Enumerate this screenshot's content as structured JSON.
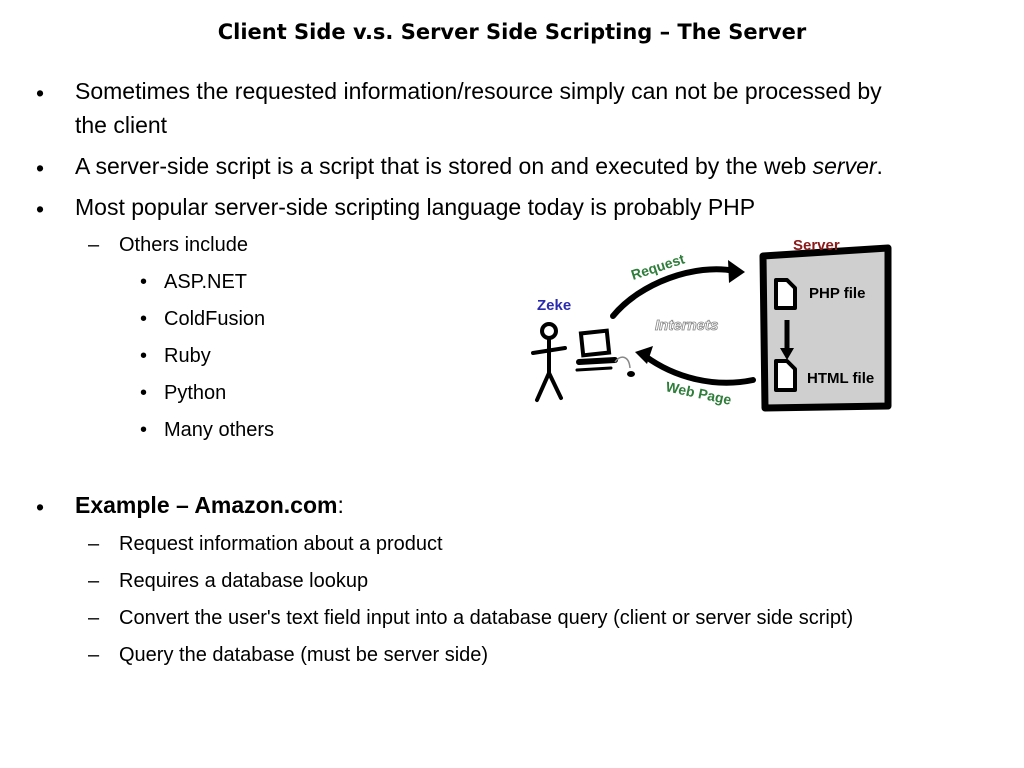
{
  "slide": {
    "title": "Client Side v.s. Server Side Scripting – The Server",
    "bullet_1": "Sometimes the requested information/resource simply can not be processed by",
    "bullet_1_cont": "the client",
    "bullet_2_pre": "A server-side script is a script that is stored on and executed by the web ",
    "bullet_2_em": "server",
    "bullet_2_post": ".",
    "bullet_3": "Most popular server-side scripting language today is probably PHP",
    "others_include": "Others include",
    "languages": [
      "ASP.NET",
      "ColdFusion",
      "Ruby",
      "Python",
      "Many others"
    ],
    "example_bold": "Example – Amazon.com",
    "example_colon": ":",
    "example_steps": [
      "Request information about a product",
      "Requires a database lookup",
      "Convert the user's text field input into a database query (client or server side script)",
      "Query the database (must be server side)"
    ],
    "markers": {
      "bullet": "•",
      "dash": "–"
    }
  },
  "diagram": {
    "zeke": "Zeke",
    "server": "Server",
    "request": "Request",
    "internets": "Internets",
    "web_page": "Web Page",
    "php_file": "PHP file",
    "html_file": "HTML file",
    "colors": {
      "zeke": "#2b2bb0",
      "server": "#8b1a1a",
      "arrow_label": "#2e7d3a",
      "server_box": "#cfcfcf"
    }
  }
}
